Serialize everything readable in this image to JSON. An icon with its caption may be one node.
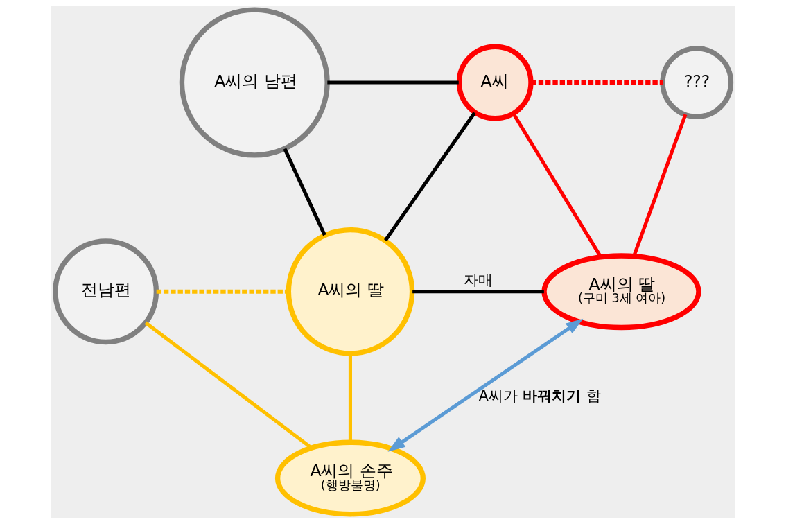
{
  "diagram": {
    "nodes": [
      {
        "text": [
          "A씨의 남편"
        ]
      },
      {
        "text": [
          "A씨"
        ]
      },
      {
        "text": [
          "???"
        ]
      },
      {
        "text": [
          "전남편"
        ]
      },
      {
        "text": [
          "A씨의 딸"
        ]
      },
      {
        "text": [
          "A씨의 딸",
          "(구미 3세 여아)"
        ]
      },
      {
        "text": [
          "A씨의 손주",
          "(행방불명)"
        ]
      }
    ],
    "edges": [
      {
        "from": 0,
        "to": 1,
        "arrow": "none"
      },
      {
        "from": 0,
        "to": 4,
        "arrow": "none"
      },
      {
        "from": 1,
        "to": 4,
        "arrow": "none"
      },
      {
        "from": 1,
        "to": 2,
        "arrow": "none",
        "style": "dashed",
        "color": "#ff0000"
      },
      {
        "from": 1,
        "to": 5,
        "arrow": "none",
        "color": "#ff0000"
      },
      {
        "from": 2,
        "to": 5,
        "arrow": "none",
        "color": "#ff0000"
      },
      {
        "from": 3,
        "to": 4,
        "arrow": "none",
        "style": "dashed",
        "color": "#ffc000"
      },
      {
        "from": 3,
        "to": 6,
        "arrow": "none",
        "color": "#ffc000"
      },
      {
        "from": 4,
        "to": 6,
        "arrow": "none",
        "color": "#ffc000"
      },
      {
        "from": 4,
        "to": 5,
        "arrow": "none",
        "label": "자매"
      },
      {
        "from": 6,
        "to": 5,
        "arrow": "both",
        "color": "#5b9bd5",
        "label": "A씨가 **바꿔치기** 함"
      }
    ]
  }
}
